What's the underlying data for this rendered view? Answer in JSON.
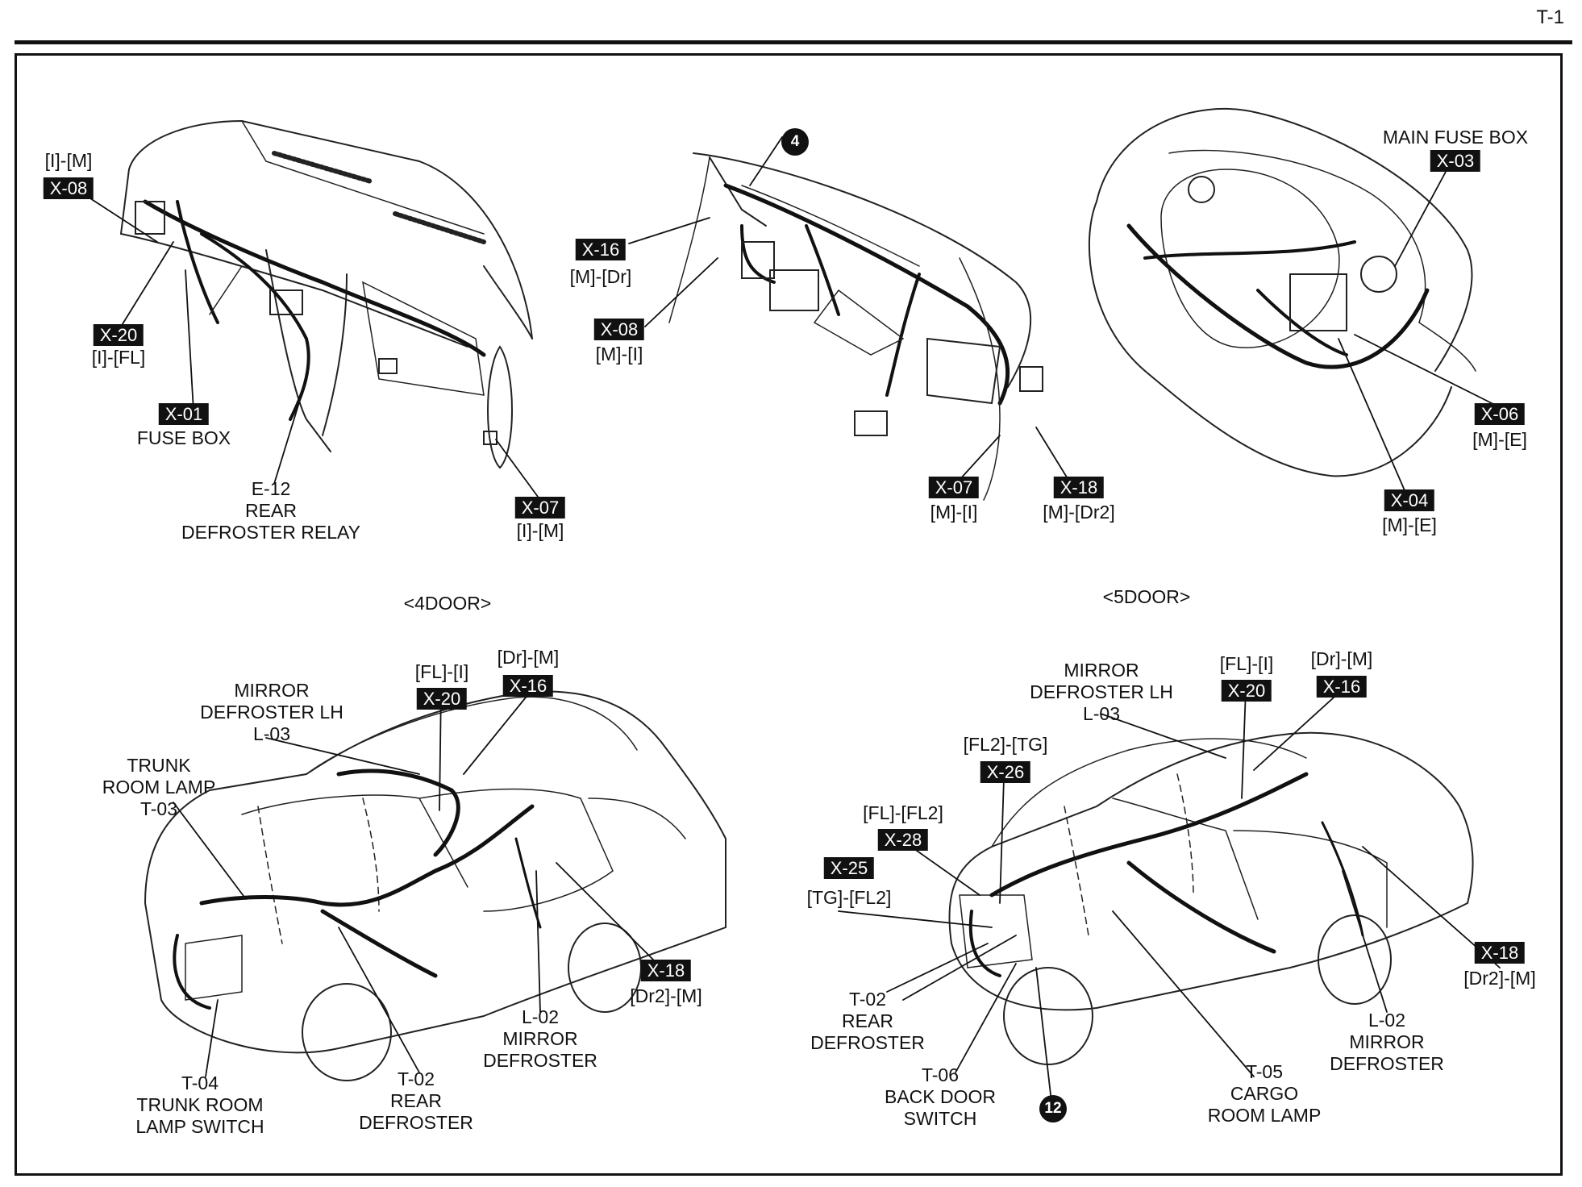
{
  "page_number": "T-1",
  "sections": {
    "four_door": "<4DOOR>",
    "five_door": "<5DOOR>"
  },
  "callouts": {
    "pos": "4",
    "b12": "12"
  },
  "dash_left": {
    "x08": {
      "tag": "X-08",
      "plug": "[I]-[M]"
    },
    "x20": {
      "tag": "X-20",
      "plug": "[I]-[FL]"
    },
    "x01": {
      "tag": "X-01",
      "name": "FUSE BOX"
    },
    "e12": {
      "lines": [
        "E-12",
        "REAR",
        "DEFROSTER RELAY"
      ]
    },
    "x07": {
      "tag": "X-07",
      "plug": "[I]-[M]"
    }
  },
  "dash_center": {
    "x16": {
      "tag": "X-16",
      "plug": "[M]-[Dr]"
    },
    "x08": {
      "tag": "X-08",
      "plug": "[M]-[I]"
    },
    "x07": {
      "tag": "X-07",
      "plug": "[M]-[I]"
    },
    "x18": {
      "tag": "X-18",
      "plug": "[M]-[Dr2]"
    }
  },
  "engine": {
    "main_fuse_box": "MAIN FUSE BOX",
    "x03": {
      "tag": "X-03"
    },
    "x06": {
      "tag": "X-06",
      "plug": "[M]-[E]"
    },
    "x04": {
      "tag": "X-04",
      "plug": "[M]-[E]"
    }
  },
  "four_door": {
    "mirror_lh": {
      "lines": [
        "MIRROR",
        "DEFROSTER LH",
        "L-03"
      ]
    },
    "x20": {
      "tag": "X-20",
      "plug": "[FL]-[I]"
    },
    "x16": {
      "tag": "X-16",
      "plug": "[Dr]-[M]"
    },
    "trunk_lamp": {
      "lines": [
        "TRUNK",
        "ROOM LAMP",
        "T-03"
      ]
    },
    "x18": {
      "tag": "X-18",
      "plug": "[Dr2]-[M]"
    },
    "l02": {
      "lines": [
        "L-02",
        "MIRROR",
        "DEFROSTER"
      ]
    },
    "t02": {
      "lines": [
        "T-02",
        "REAR",
        "DEFROSTER"
      ]
    },
    "t04": {
      "lines": [
        "T-04",
        "TRUNK ROOM",
        "LAMP SWITCH"
      ]
    }
  },
  "five_door": {
    "mirror_lh": {
      "lines": [
        "MIRROR",
        "DEFROSTER LH",
        "L-03"
      ]
    },
    "x20": {
      "tag": "X-20",
      "plug": "[FL]-[I]"
    },
    "x16": {
      "tag": "X-16",
      "plug": "[Dr]-[M]"
    },
    "x26": {
      "tag": "X-26",
      "plug": "[FL2]-[TG]"
    },
    "x28": {
      "tag": "X-28",
      "plug": "[FL]-[FL2]"
    },
    "x25": {
      "tag": "X-25",
      "plug": "[TG]-[FL2]"
    },
    "x18": {
      "tag": "X-18",
      "plug": "[Dr2]-[M]"
    },
    "t02": {
      "lines": [
        "T-02",
        "REAR",
        "DEFROSTER"
      ]
    },
    "t06": {
      "lines": [
        "T-06",
        "BACK DOOR",
        "SWITCH"
      ]
    },
    "t05": {
      "lines": [
        "T-05",
        "CARGO",
        "ROOM LAMP"
      ]
    },
    "l02": {
      "lines": [
        "L-02",
        "MIRROR",
        "DEFROSTER"
      ]
    }
  }
}
